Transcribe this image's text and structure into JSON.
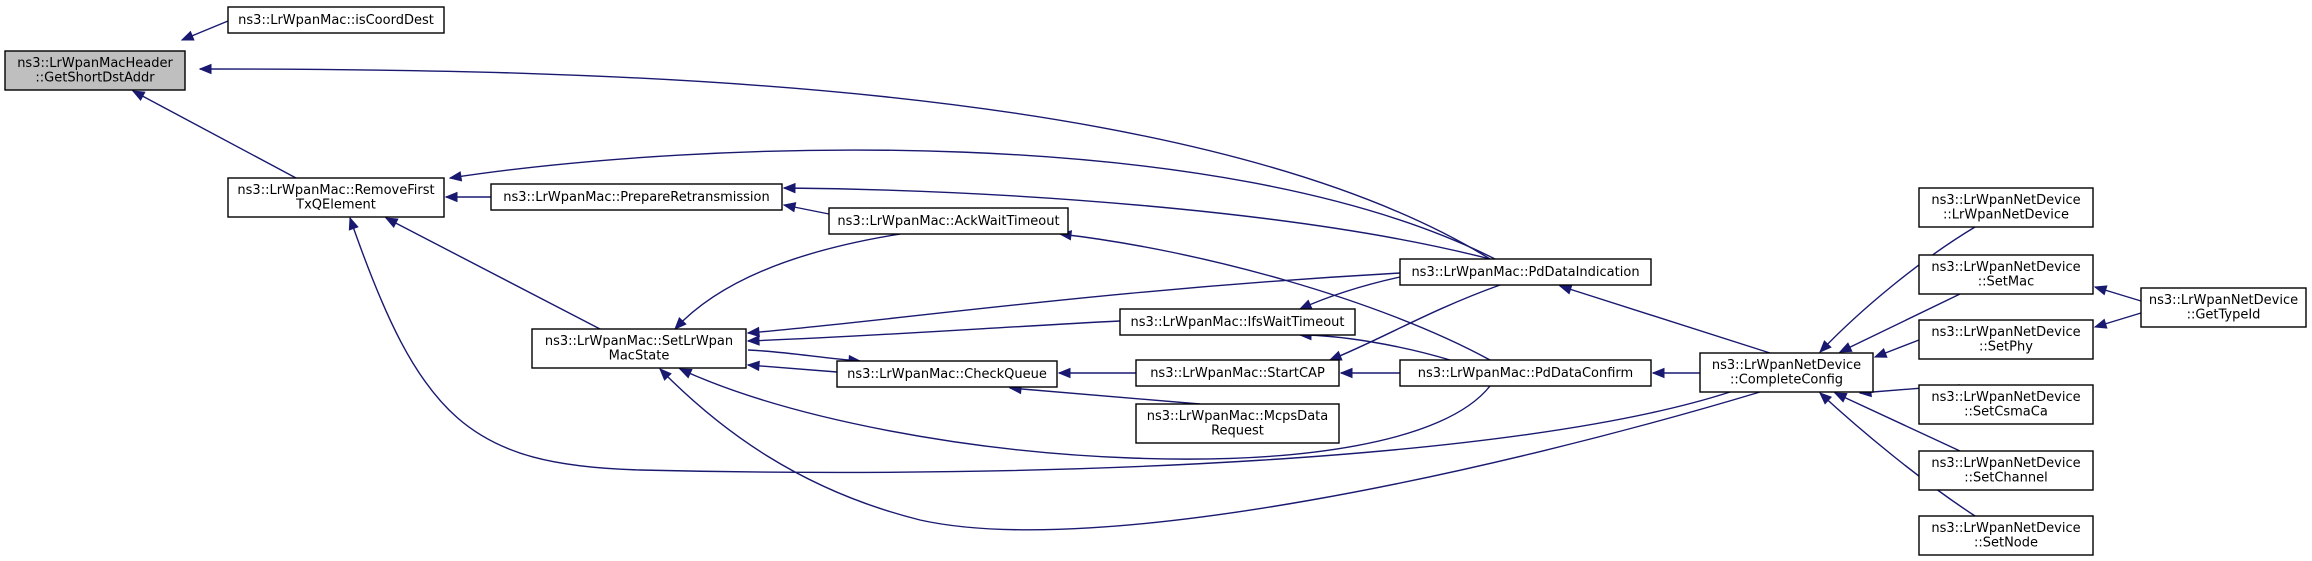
{
  "graph": {
    "nodes": [
      {
        "id": "root",
        "lines": [
          "ns3::LrWpanMacHeader",
          "::GetShortDstAddr"
        ],
        "highlight": true
      },
      {
        "id": "isCoordDest",
        "lines": [
          "ns3::LrWpanMac::isCoordDest"
        ]
      },
      {
        "id": "removeFirst",
        "lines": [
          "ns3::LrWpanMac::RemoveFirst",
          "TxQElement"
        ]
      },
      {
        "id": "prepareRetrans",
        "lines": [
          "ns3::LrWpanMac::PrepareRetransmission"
        ]
      },
      {
        "id": "setLrWpan",
        "lines": [
          "ns3::LrWpanMac::SetLrWpan",
          "MacState"
        ]
      },
      {
        "id": "ackWait",
        "lines": [
          "ns3::LrWpanMac::AckWaitTimeout"
        ]
      },
      {
        "id": "ifsWait",
        "lines": [
          "ns3::LrWpanMac::IfsWaitTimeout"
        ]
      },
      {
        "id": "checkQueue",
        "lines": [
          "ns3::LrWpanMac::CheckQueue"
        ]
      },
      {
        "id": "startCAP",
        "lines": [
          "ns3::LrWpanMac::StartCAP"
        ]
      },
      {
        "id": "mcpsData",
        "lines": [
          "ns3::LrWpanMac::McpsData",
          "Request"
        ]
      },
      {
        "id": "pdDataInd",
        "lines": [
          "ns3::LrWpanMac::PdDataIndication"
        ]
      },
      {
        "id": "pdDataConf",
        "lines": [
          "ns3::LrWpanMac::PdDataConfirm"
        ]
      },
      {
        "id": "completeConfig",
        "lines": [
          "ns3::LrWpanNetDevice",
          "::CompleteConfig"
        ]
      },
      {
        "id": "netDeviceCtor",
        "lines": [
          "ns3::LrWpanNetDevice",
          "::LrWpanNetDevice"
        ]
      },
      {
        "id": "setMac",
        "lines": [
          "ns3::LrWpanNetDevice",
          "::SetMac"
        ]
      },
      {
        "id": "setPhy",
        "lines": [
          "ns3::LrWpanNetDevice",
          "::SetPhy"
        ]
      },
      {
        "id": "setCsmaCa",
        "lines": [
          "ns3::LrWpanNetDevice",
          "::SetCsmaCa"
        ]
      },
      {
        "id": "setChannel",
        "lines": [
          "ns3::LrWpanNetDevice",
          "::SetChannel"
        ]
      },
      {
        "id": "setNode",
        "lines": [
          "ns3::LrWpanNetDevice",
          "::SetNode"
        ]
      },
      {
        "id": "getTypeId",
        "lines": [
          "ns3::LrWpanNetDevice",
          "::GetTypeId"
        ]
      }
    ],
    "edges": [
      {
        "from": "isCoordDest",
        "to": "root"
      },
      {
        "from": "pdDataInd",
        "to": "root"
      },
      {
        "from": "removeFirst",
        "to": "root"
      },
      {
        "from": "pdDataInd",
        "to": "removeFirst"
      },
      {
        "from": "prepareRetrans",
        "to": "removeFirst"
      },
      {
        "from": "setLrWpan",
        "to": "removeFirst"
      },
      {
        "from": "completeConfig",
        "to": "removeFirst"
      },
      {
        "from": "pdDataInd",
        "to": "prepareRetrans"
      },
      {
        "from": "ackWait",
        "to": "prepareRetrans"
      },
      {
        "from": "ackWait",
        "to": "setLrWpan"
      },
      {
        "from": "pdDataInd",
        "to": "setLrWpan"
      },
      {
        "from": "ifsWait",
        "to": "setLrWpan"
      },
      {
        "from": "checkQueue",
        "to": "setLrWpan"
      },
      {
        "from": "pdDataConf",
        "to": "setLrWpan"
      },
      {
        "from": "completeConfig",
        "to": "setLrWpan"
      },
      {
        "from": "setLrWpan",
        "to": "checkQueue"
      },
      {
        "from": "pdDataConf",
        "to": "ackWait"
      },
      {
        "from": "startCAP",
        "to": "checkQueue"
      },
      {
        "from": "mcpsData",
        "to": "checkQueue"
      },
      {
        "from": "pdDataInd",
        "to": "ifsWait"
      },
      {
        "from": "pdDataConf",
        "to": "ifsWait"
      },
      {
        "from": "pdDataInd",
        "to": "startCAP"
      },
      {
        "from": "pdDataConf",
        "to": "startCAP"
      },
      {
        "from": "completeConfig",
        "to": "pdDataInd"
      },
      {
        "from": "completeConfig",
        "to": "pdDataConf"
      },
      {
        "from": "netDeviceCtor",
        "to": "completeConfig"
      },
      {
        "from": "setMac",
        "to": "completeConfig"
      },
      {
        "from": "setPhy",
        "to": "completeConfig"
      },
      {
        "from": "setCsmaCa",
        "to": "completeConfig"
      },
      {
        "from": "setChannel",
        "to": "completeConfig"
      },
      {
        "from": "setNode",
        "to": "completeConfig"
      },
      {
        "from": "getTypeId",
        "to": "setMac"
      },
      {
        "from": "getTypeId",
        "to": "setPhy"
      }
    ]
  }
}
